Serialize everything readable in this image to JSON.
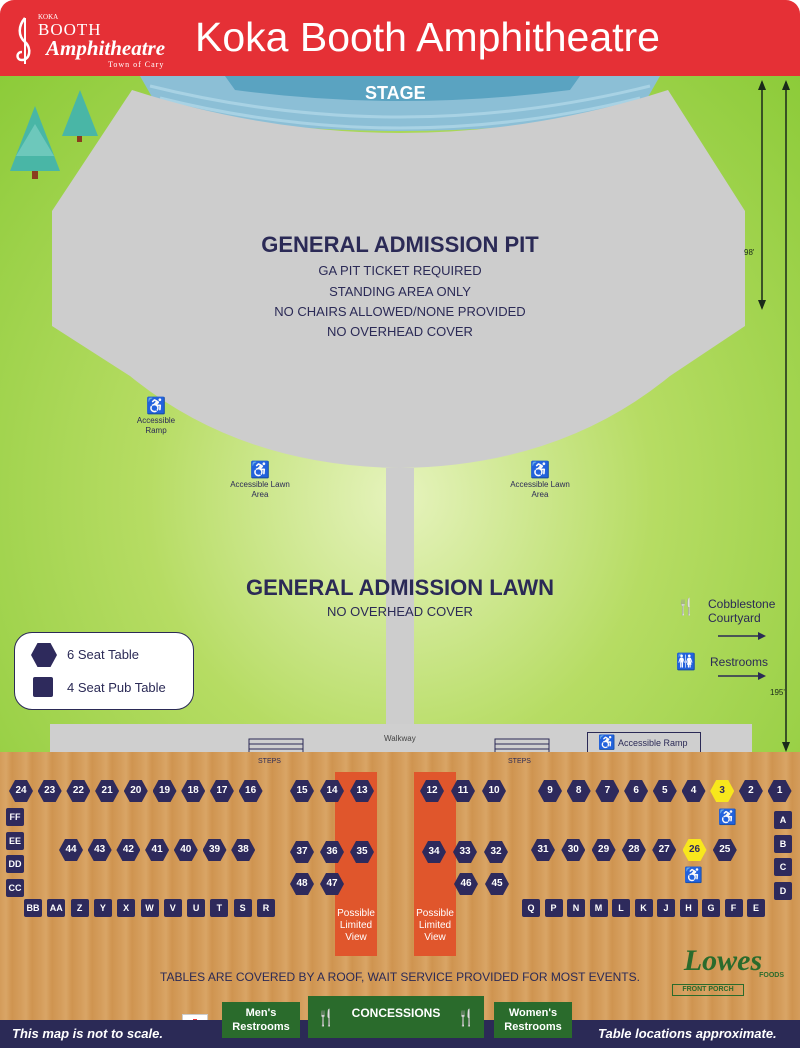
{
  "header": {
    "logo_small": "KOKA",
    "logo_booth": "BOOTH",
    "logo_amph": "Amphitheatre",
    "logo_town": "Town of Cary",
    "title": "Koka Booth Amphitheatre"
  },
  "stage_label": "STAGE",
  "pit": {
    "title": "GENERAL ADMISSION PIT",
    "line1": "GA PIT TICKET REQUIRED",
    "line2": "STANDING AREA ONLY",
    "line3": "NO CHAIRS ALLOWED/NONE PROVIDED",
    "line4": "NO OVERHEAD COVER"
  },
  "dim_98": "98'",
  "dim_195": "195'",
  "accessible": {
    "ramp": "Accessible Ramp",
    "lawn_area": "Accessible Lawn Area",
    "walkway_ramp": "Accessible Ramp"
  },
  "lawn": {
    "title": "GENERAL ADMISSION LAWN",
    "sub": "NO OVERHEAD COVER"
  },
  "signs": {
    "cobblestone": "Cobblestone Courtyard",
    "restrooms": "Restrooms"
  },
  "legend": {
    "six": "6 Seat Table",
    "four": "4 Seat Pub Table"
  },
  "walkway": "Walkway",
  "steps": "STEPS",
  "tables": {
    "row1_left": [
      "24",
      "23",
      "22",
      "21",
      "20",
      "19",
      "18",
      "17",
      "16"
    ],
    "row1_mid_a": [
      "15",
      "14",
      "13"
    ],
    "row1_mid_b": [
      "12",
      "11",
      "10"
    ],
    "row1_right": [
      "9",
      "8",
      "7",
      "6",
      "5",
      "4",
      "3",
      "2",
      "1"
    ],
    "row2_left": [
      "44",
      "43",
      "42",
      "41",
      "40",
      "39",
      "38"
    ],
    "row2_mid_a": [
      "37",
      "36",
      "35"
    ],
    "row2_mid_b": [
      "34",
      "33",
      "32"
    ],
    "row2_right": [
      "31",
      "30",
      "29",
      "28",
      "27",
      "26",
      "25"
    ],
    "row3_mid_a": [
      "48",
      "47"
    ],
    "row3_mid_b": [
      "46",
      "45"
    ],
    "pub_left_col": [
      "FF",
      "EE",
      "DD",
      "CC"
    ],
    "pub_bottom_left": [
      "BB",
      "AA",
      "Z",
      "Y",
      "X",
      "W",
      "V",
      "U",
      "T",
      "S",
      "R"
    ],
    "pub_bottom_right": [
      "Q",
      "P",
      "N",
      "M",
      "L",
      "K",
      "J",
      "H",
      "G",
      "F",
      "E"
    ],
    "pub_right_col": [
      "A",
      "B",
      "C",
      "D"
    ]
  },
  "limited_view": "Possible Limited View",
  "roof_note": "TABLES ARE COVERED BY A ROOF, WAIT SERVICE PROVIDED FOR MOST EVENTS.",
  "lowes": {
    "name": "Lowes",
    "foods": "FOODS",
    "porch": "FRONT PORCH"
  },
  "facilities": {
    "mens": "Men's Restrooms",
    "concessions": "CONCESSIONS",
    "womens": "Women's Restrooms",
    "first_aid_icon": "first-aid-cross-icon"
  },
  "footer": {
    "left": "This map is not to scale.",
    "right": "Table locations approximate."
  },
  "colors": {
    "header_red": "#e53036",
    "seat_navy": "#2e2a5c",
    "highlight_yellow": "#f8e71c",
    "lawn_green": "#8ccb39",
    "limited_orange": "#e0562c",
    "porch_wood": "#d49c5a"
  }
}
